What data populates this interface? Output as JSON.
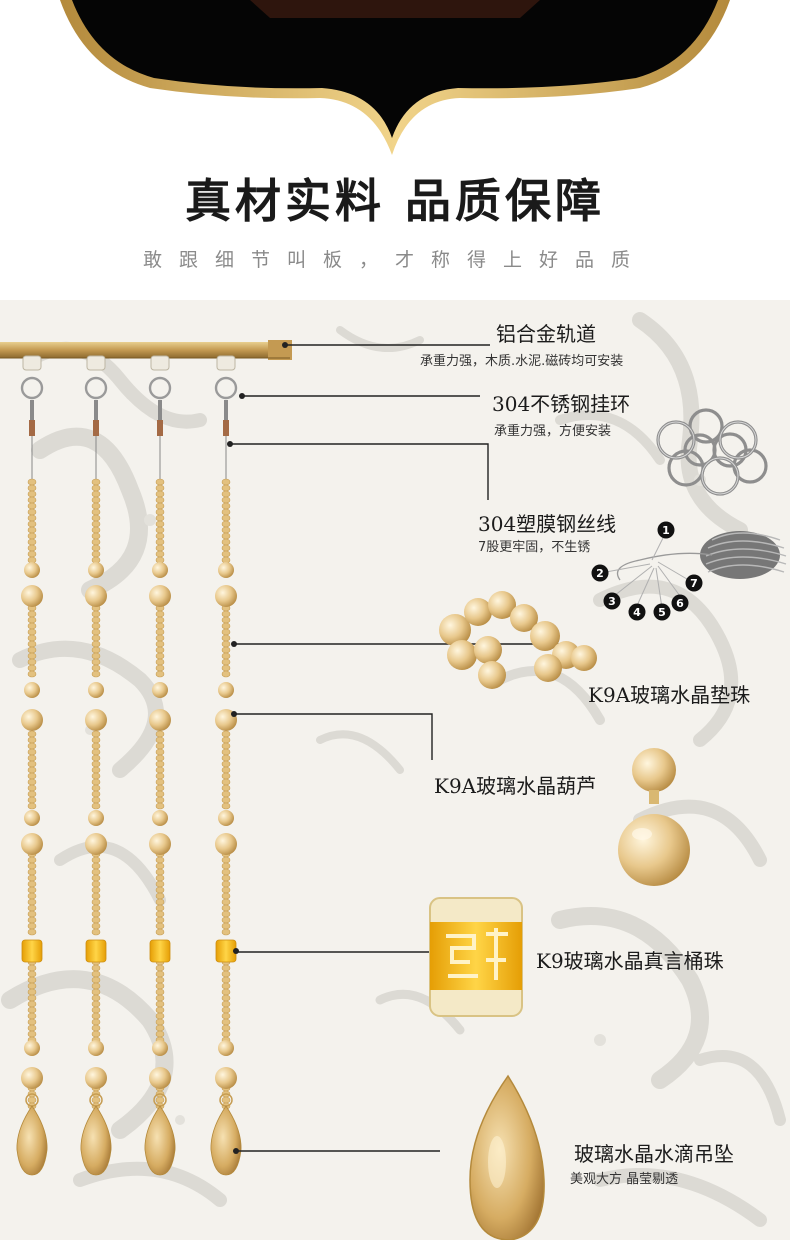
{
  "header": {
    "title": "真材实料 品质保障",
    "subtitle": "敢跟细节叫板，才称得上好品质"
  },
  "components": [
    {
      "id": "track",
      "name": "铝合金轨道",
      "note": "承重力强，木质.水泥.磁砖均可安装"
    },
    {
      "id": "ring",
      "name": "304不锈钢挂环",
      "note": "承重力强，方便安装"
    },
    {
      "id": "wire",
      "name": "304塑膜钢丝线",
      "note": "7股更牢固，不生锈"
    },
    {
      "id": "spacer",
      "name": "K9A玻璃水晶垫珠"
    },
    {
      "id": "gourd",
      "name": "K9A玻璃水晶葫芦"
    },
    {
      "id": "barrel",
      "name": "K9玻璃水晶真言桶珠"
    },
    {
      "id": "drop",
      "name": "玻璃水晶水滴吊坠",
      "note": "美观大方 晶莹剔透"
    }
  ],
  "wire_strands": [
    "1",
    "2",
    "3",
    "4",
    "5",
    "6",
    "7"
  ],
  "colors": {
    "gold": "#d9b872",
    "dark": "#111111",
    "crystal": "#e8c88c",
    "barrel": "#f1b81d"
  }
}
